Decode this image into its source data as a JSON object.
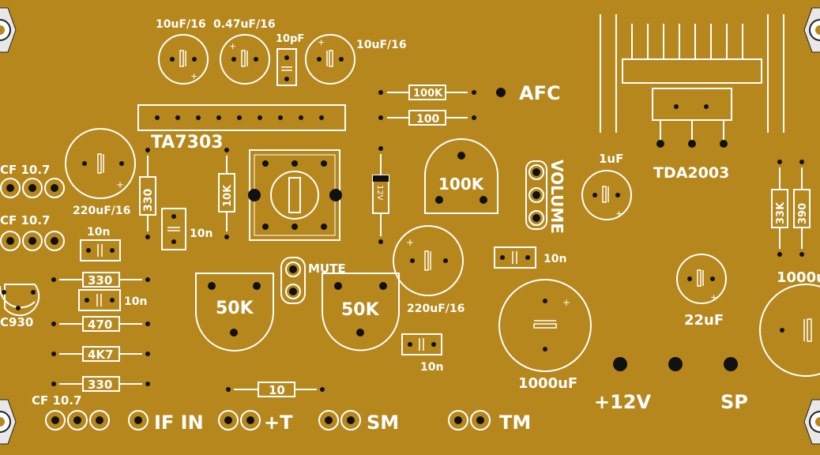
{
  "colors": {
    "board": "#b5871c",
    "silk": "#ffffff",
    "copper": "#111111"
  },
  "labels": {
    "c_10uf_a": "10uF/16",
    "c_047uf": "0.47uF/16",
    "c_10pf": "10pF",
    "c_10uf_b": "10uF/16",
    "r_100k_afc": "100K",
    "afc": "AFC",
    "r_100": "100",
    "ic_ta7303": "TA7303",
    "cf_top": "CF 10.7",
    "cf_mid": "CF 10.7",
    "cf_bottom": "CF 10.7",
    "c_220uf_left": "220uF/16",
    "r_330_vert": "330",
    "r_10k_vert": "10K",
    "c_10n_a": "10n",
    "c_10n_b": "10n",
    "r_330_a": "330",
    "c_10n_c": "10n",
    "transistor": "C930",
    "r_470": "470",
    "r_4k7": "4K7",
    "r_330_b": "330",
    "mute": "MUTE",
    "pot_50k_left": "50K",
    "pot_50k_mid": "50K",
    "zener_12v": "12V",
    "pot_100k": "100K",
    "volume": "VOLUME",
    "c_220uf_mid": "220uF/16",
    "c_10n_d": "10n",
    "c_10n_e": "10n",
    "r_10": "10",
    "c_1uf": "1uF",
    "ic_tda2003": "TDA2003",
    "r_33k": "33K",
    "r_390": "390",
    "c_1000uf_mid": "1000uF",
    "c_22uf": "22uF",
    "c_1000uf_right": "1000u",
    "v12": "+12V",
    "sp": "SP",
    "if_in": "IF IN",
    "plus_t": "+T",
    "sm": "SM",
    "tm": "TM"
  }
}
